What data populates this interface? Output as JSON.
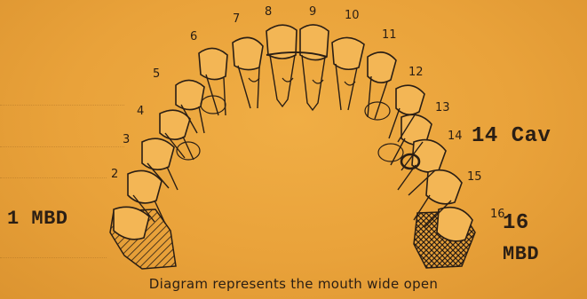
{
  "diagram": {
    "tooth_numbers": [
      "2",
      "3",
      "4",
      "5",
      "6",
      "7",
      "8",
      "9",
      "10",
      "11",
      "12",
      "13",
      "14",
      "15",
      "16"
    ],
    "annotations": {
      "left_lower": "1 MBD",
      "right_middle": "14 Cav",
      "right_lower_num": "16",
      "right_lower_text": "MBD"
    },
    "caption": "Diagram represents the mouth wide open",
    "colors": {
      "paper": "#e9a23a",
      "ink": "#2a1e14",
      "tooth_fill": "#f3b655"
    }
  }
}
